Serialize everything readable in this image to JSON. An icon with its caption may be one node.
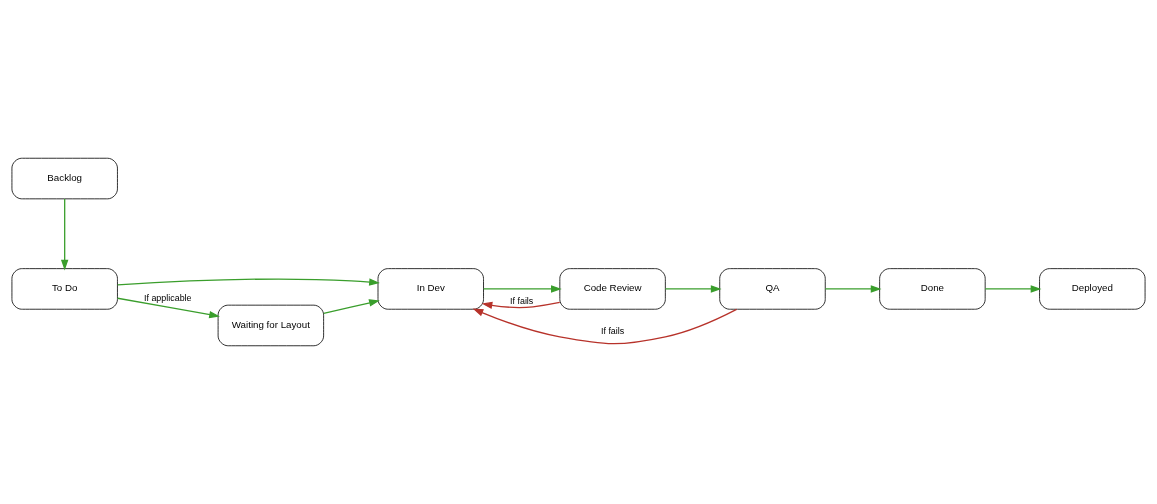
{
  "diagram": {
    "nodes": [
      {
        "text": [
          "Backlog"
        ]
      },
      {
        "text": [
          "To Do"
        ]
      },
      {
        "text": [
          "In Dev"
        ]
      },
      {
        "text": [
          "Code Review"
        ]
      },
      {
        "text": [
          "Deployed"
        ]
      },
      {
        "text": [
          "Waiting for Layout"
        ]
      },
      {
        "text": [
          "QA"
        ]
      },
      {
        "text": [
          "Done"
        ]
      }
    ],
    "edges": [
      {
        "from": 0,
        "to": 1,
        "arrow": "to"
      },
      {
        "from": 1,
        "to": 2,
        "arrow": "to"
      },
      {
        "from": 2,
        "to": 3,
        "arrow": "to"
      },
      {
        "from": 3,
        "to": 2,
        "arrow": "to",
        "label": "If fails",
        "color": "#b7322a"
      },
      {
        "from": 3,
        "to": 6,
        "arrow": "to"
      },
      {
        "from": 6,
        "to": 2,
        "arrow": "to",
        "label": "If fails",
        "color": "#b7322a"
      },
      {
        "from": 1,
        "to": 5,
        "arrow": "to",
        "label": "If applicable"
      },
      {
        "from": 5,
        "to": 2,
        "arrow": "to"
      },
      {
        "from": 6,
        "to": 7,
        "arrow": "to"
      },
      {
        "from": 7,
        "to": 4,
        "arrow": "to"
      }
    ]
  }
}
